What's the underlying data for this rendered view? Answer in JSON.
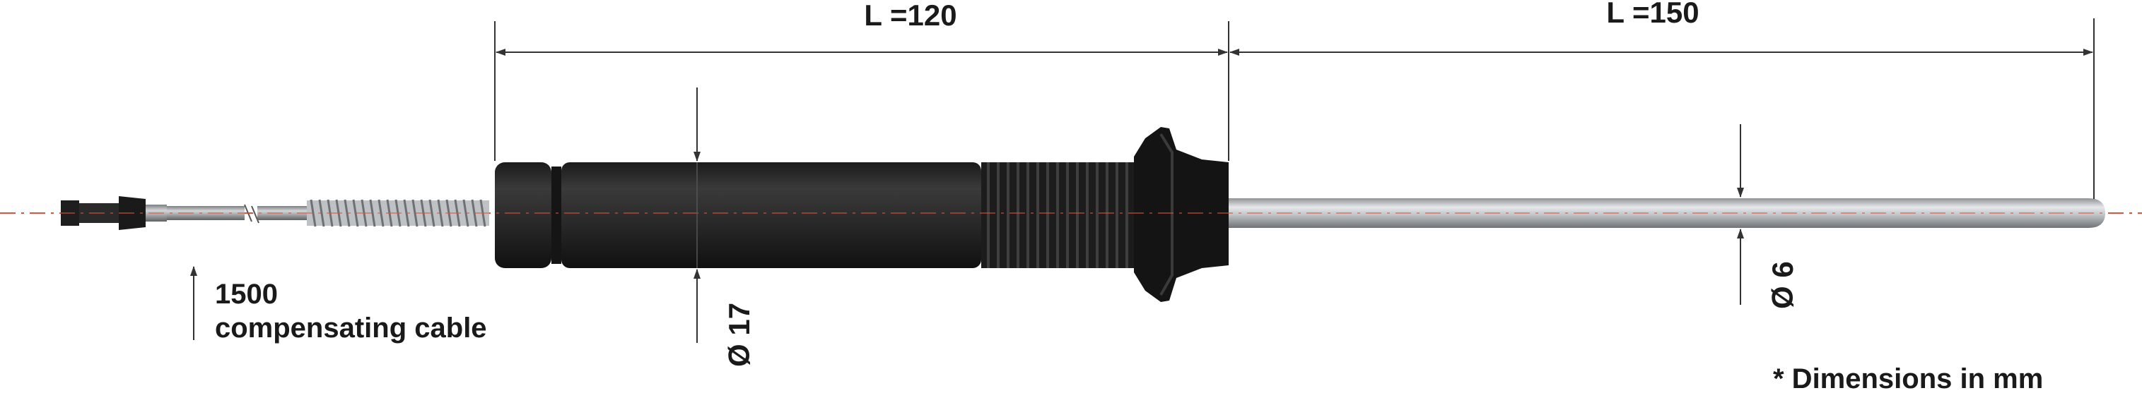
{
  "dimensions": {
    "handle_length": {
      "label": "L =120",
      "value": 120,
      "unit": "mm"
    },
    "probe_length": {
      "label": "L =150",
      "value": 150,
      "unit": "mm"
    },
    "handle_diameter": {
      "label": "Ø 17",
      "value": 17,
      "unit": "mm"
    },
    "probe_diameter": {
      "label": "Ø 6",
      "value": 6,
      "unit": "mm"
    }
  },
  "cable": {
    "length_label": "1500",
    "description": "compensating cable"
  },
  "note": "* Dimensions in mm",
  "colors": {
    "handle": "#2b2b2b",
    "handle_dark": "#161616",
    "probe_steel": "#b9bdc0",
    "center_line": "#e0533a",
    "dimension_line": "#333333"
  }
}
